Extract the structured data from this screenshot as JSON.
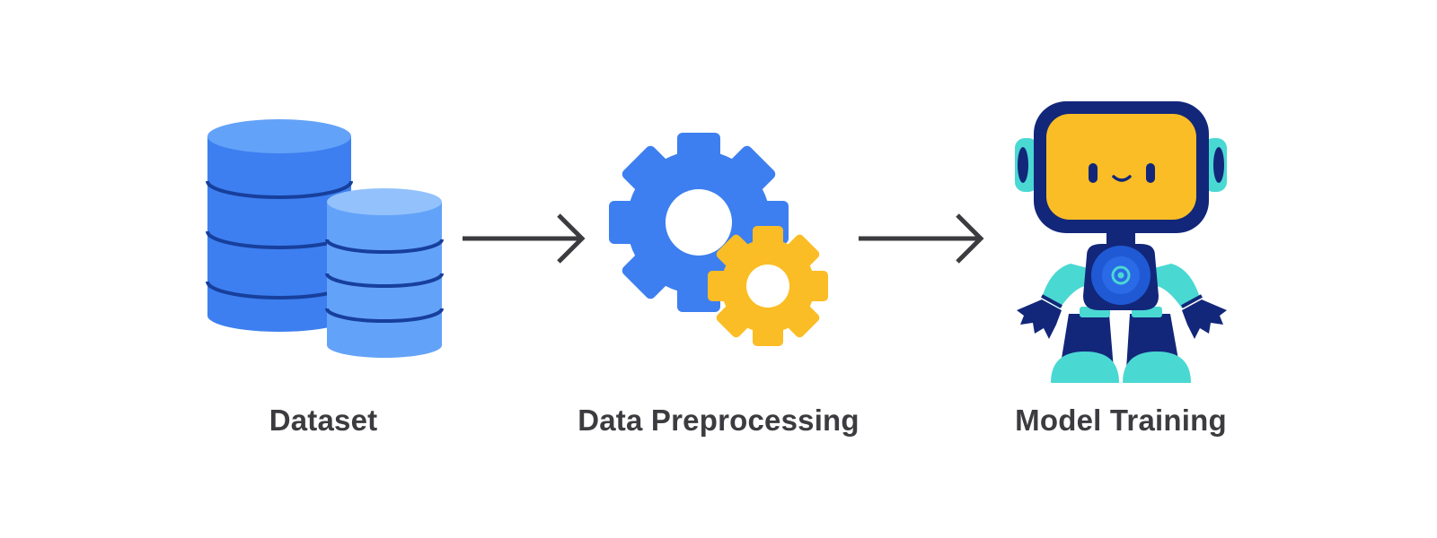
{
  "stages": [
    {
      "id": "dataset",
      "label": "Dataset",
      "icon": "database-icon"
    },
    {
      "id": "preprocessing",
      "label": "Data Preprocessing",
      "icon": "gears-icon"
    },
    {
      "id": "training",
      "label": "Model Training",
      "icon": "robot-icon"
    }
  ],
  "connectors": [
    {
      "from": "dataset",
      "to": "preprocessing",
      "icon": "arrow-right-icon"
    },
    {
      "from": "preprocessing",
      "to": "training",
      "icon": "arrow-right-icon"
    }
  ],
  "colors": {
    "blue": "#3d7ff0",
    "blue_light": "#63a2f9",
    "blue_dark": "#173f9c",
    "navy": "#12277a",
    "yellow": "#fbbd25",
    "teal": "#4ad8d3",
    "arrow": "#3c3c40",
    "label": "#3c3c40"
  }
}
